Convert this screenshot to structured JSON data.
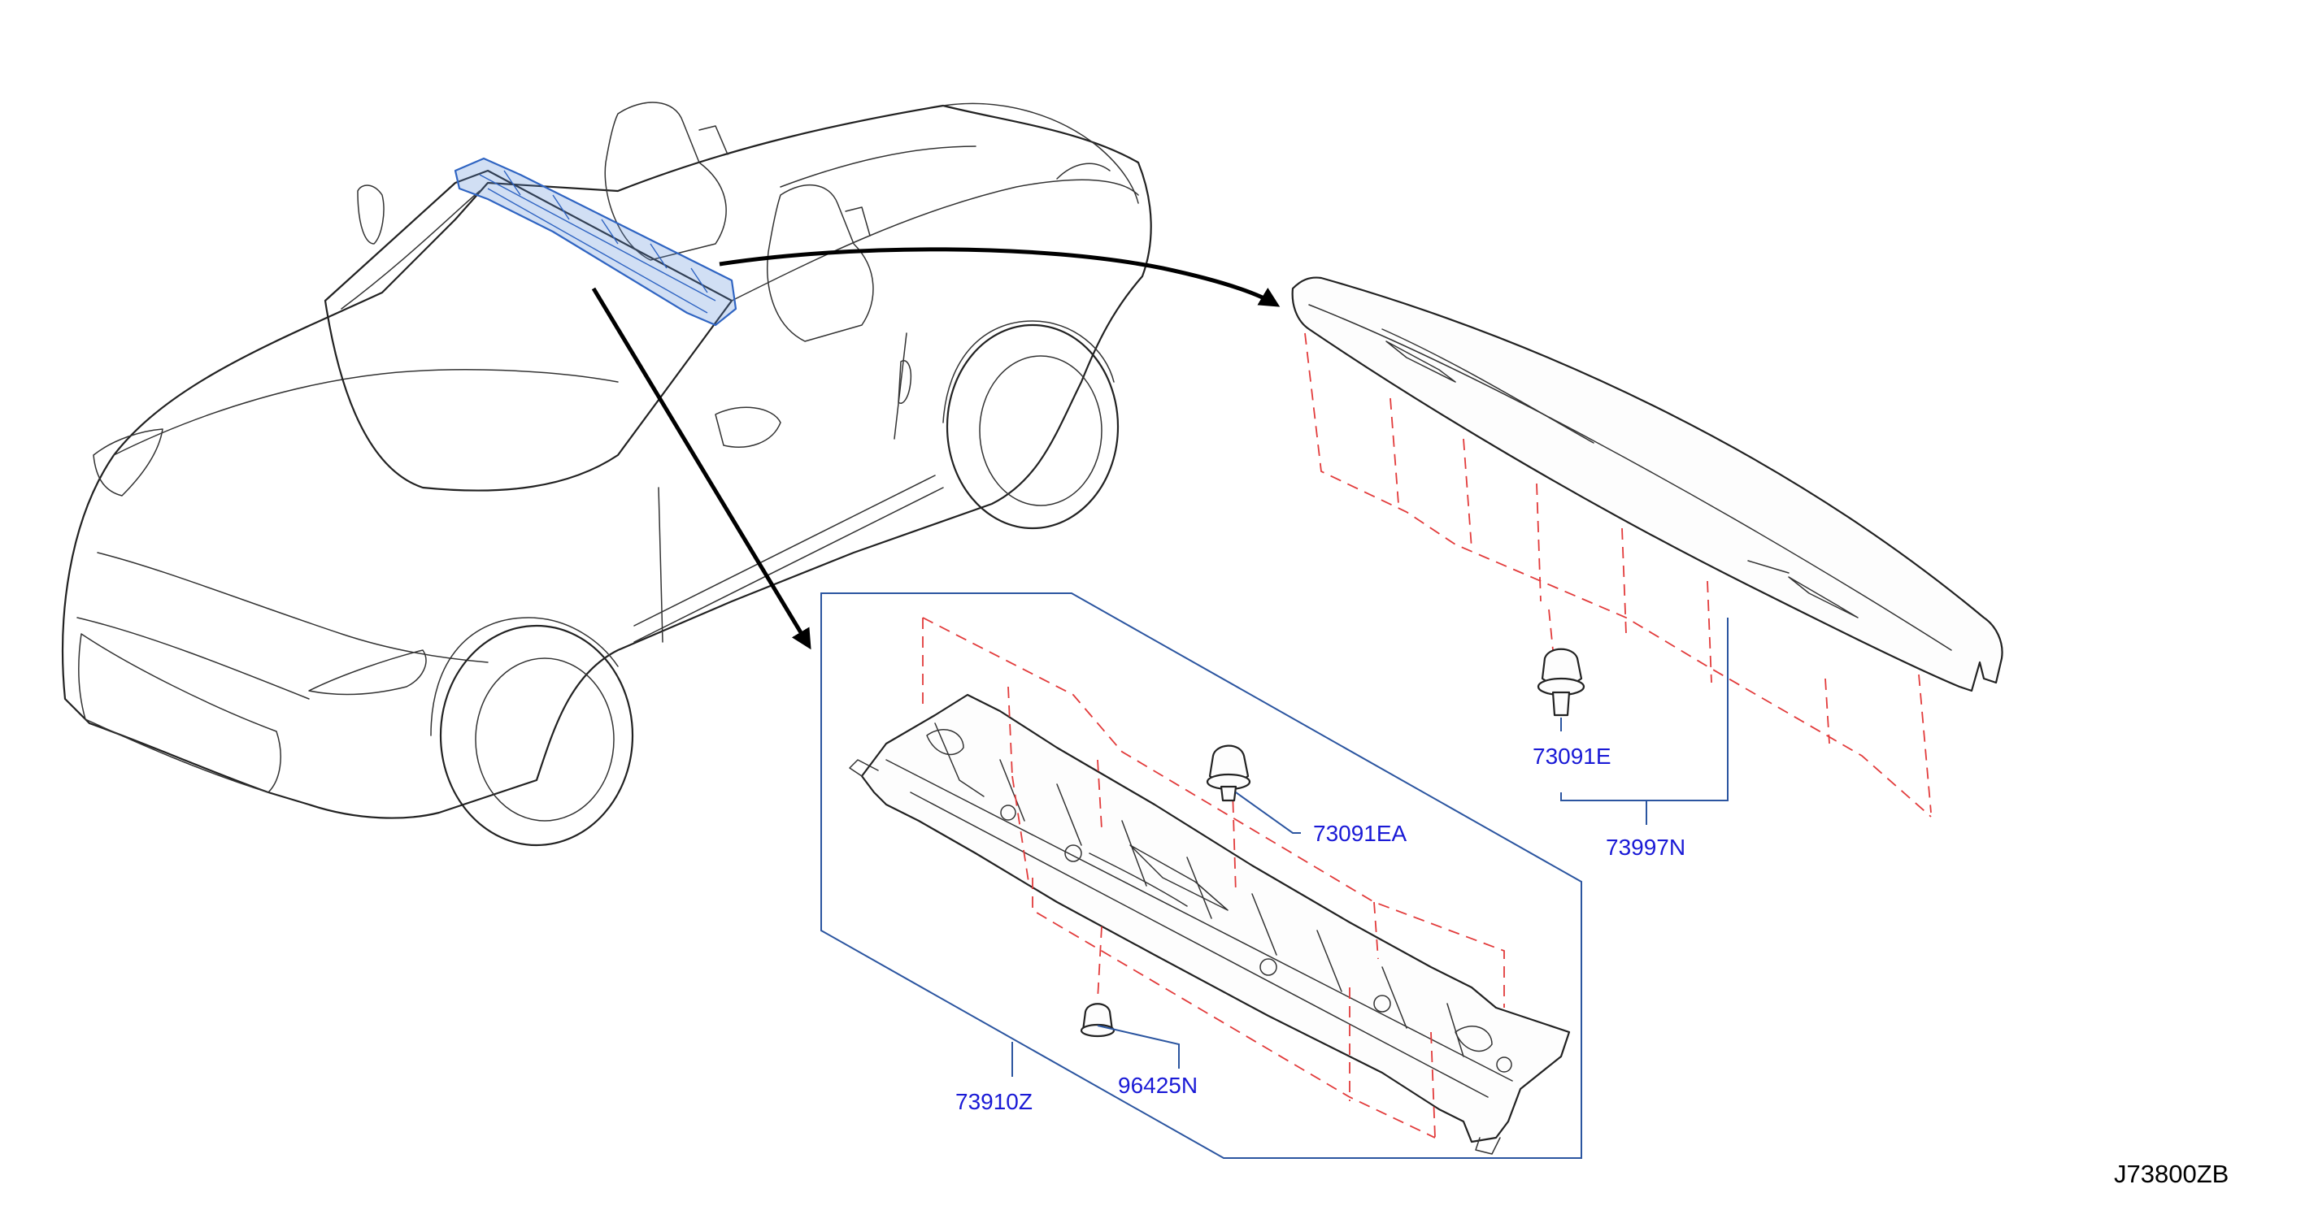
{
  "diagram_code": "J73800ZB",
  "parts": [
    {
      "number": "73091E"
    },
    {
      "number": "73997N"
    },
    {
      "number": "73091EA"
    },
    {
      "number": "73910Z"
    },
    {
      "number": "96425N"
    }
  ],
  "colors": {
    "part_label": "#1a1ad6",
    "leader_line": "#2b55a0",
    "dashed_guide": "#e23b3b",
    "highlight": "#2f64c2"
  }
}
